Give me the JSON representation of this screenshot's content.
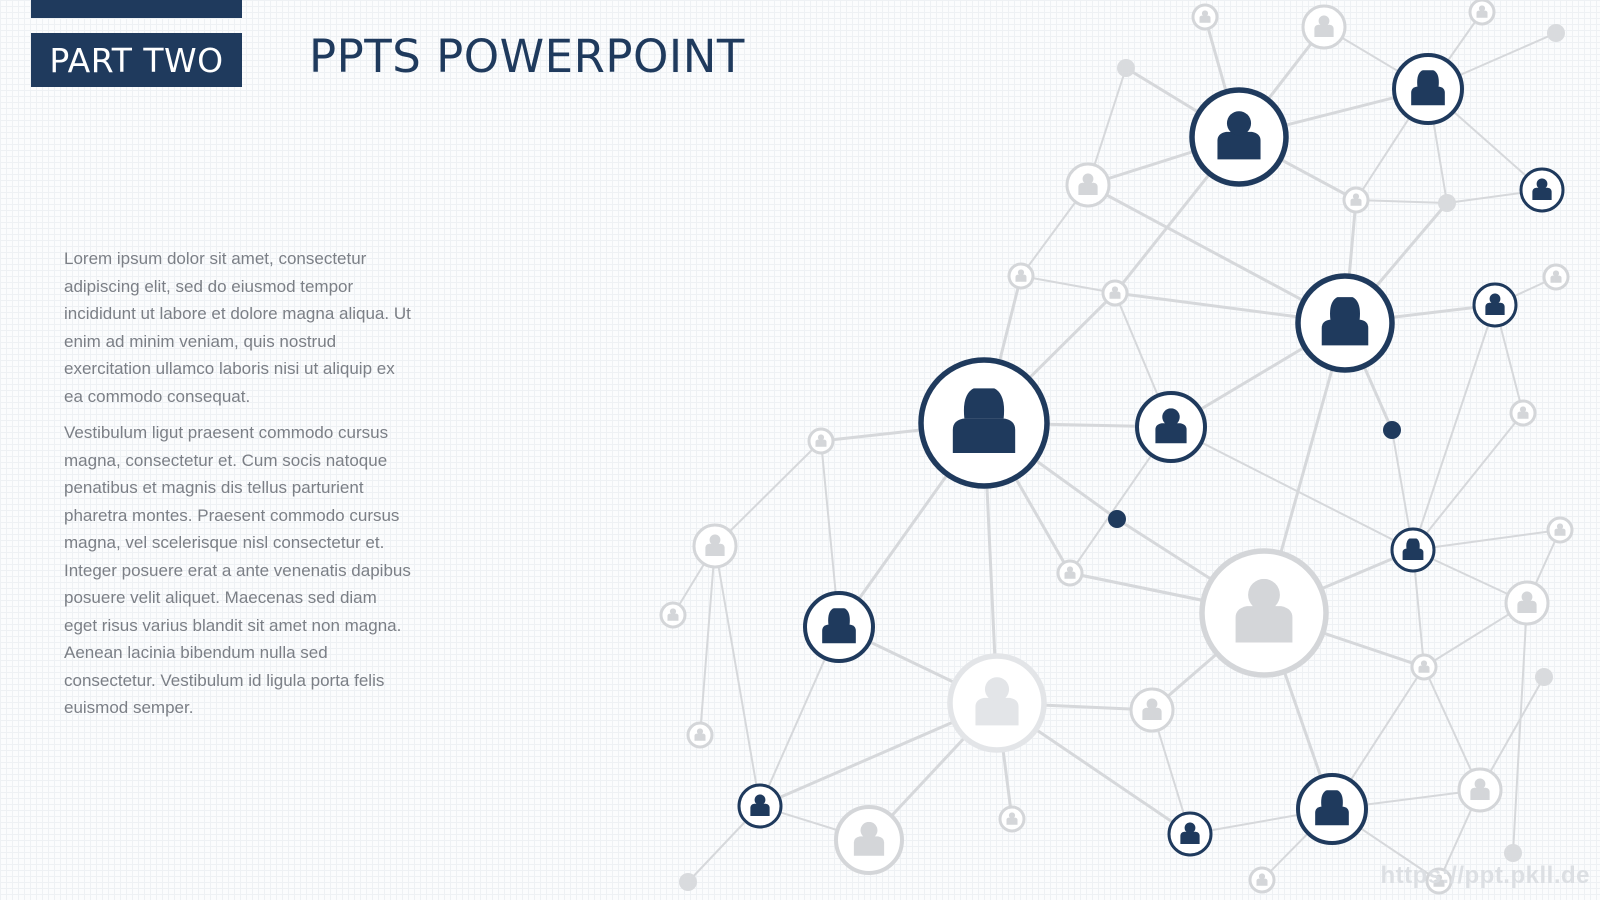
{
  "slide": {
    "part_label": "PART TWO",
    "title": "PPTS POWERPOINT",
    "paragraphs": [
      "Lorem ipsum dolor sit amet, consectetur adipiscing elit, sed do eiusmod tempor incididunt ut labore et dolore magna aliqua. Ut enim ad minim veniam, quis nostrud exercitation ullamco laboris nisi ut aliquip ex ea commodo consequat.",
      "Vestibulum ligut praesent commodo cursus magna, consectetur et. Cum socis natoque penatibus et magnis dis tellus parturient pharetra montes. Praesent commodo cursus magna, vel scelerisque nisl consectetur et. Integer posuere erat a ante venenatis dapibus posuere velit aliquet. Maecenas sed diam eget risus varius blandit sit amet non magna. Aenean lacinia bibendum nulla sed consectetur. Vestibulum id ligula porta felis euismod semper."
    ],
    "watermark": "https://ppt.pkll.de"
  },
  "colors": {
    "primary": "#1f3a5d",
    "light_node": "#d4d6d9",
    "line": "#d6d8db",
    "text": "#7b7f86"
  },
  "icons": {
    "male": "person-icon",
    "female": "person-female-icon"
  }
}
